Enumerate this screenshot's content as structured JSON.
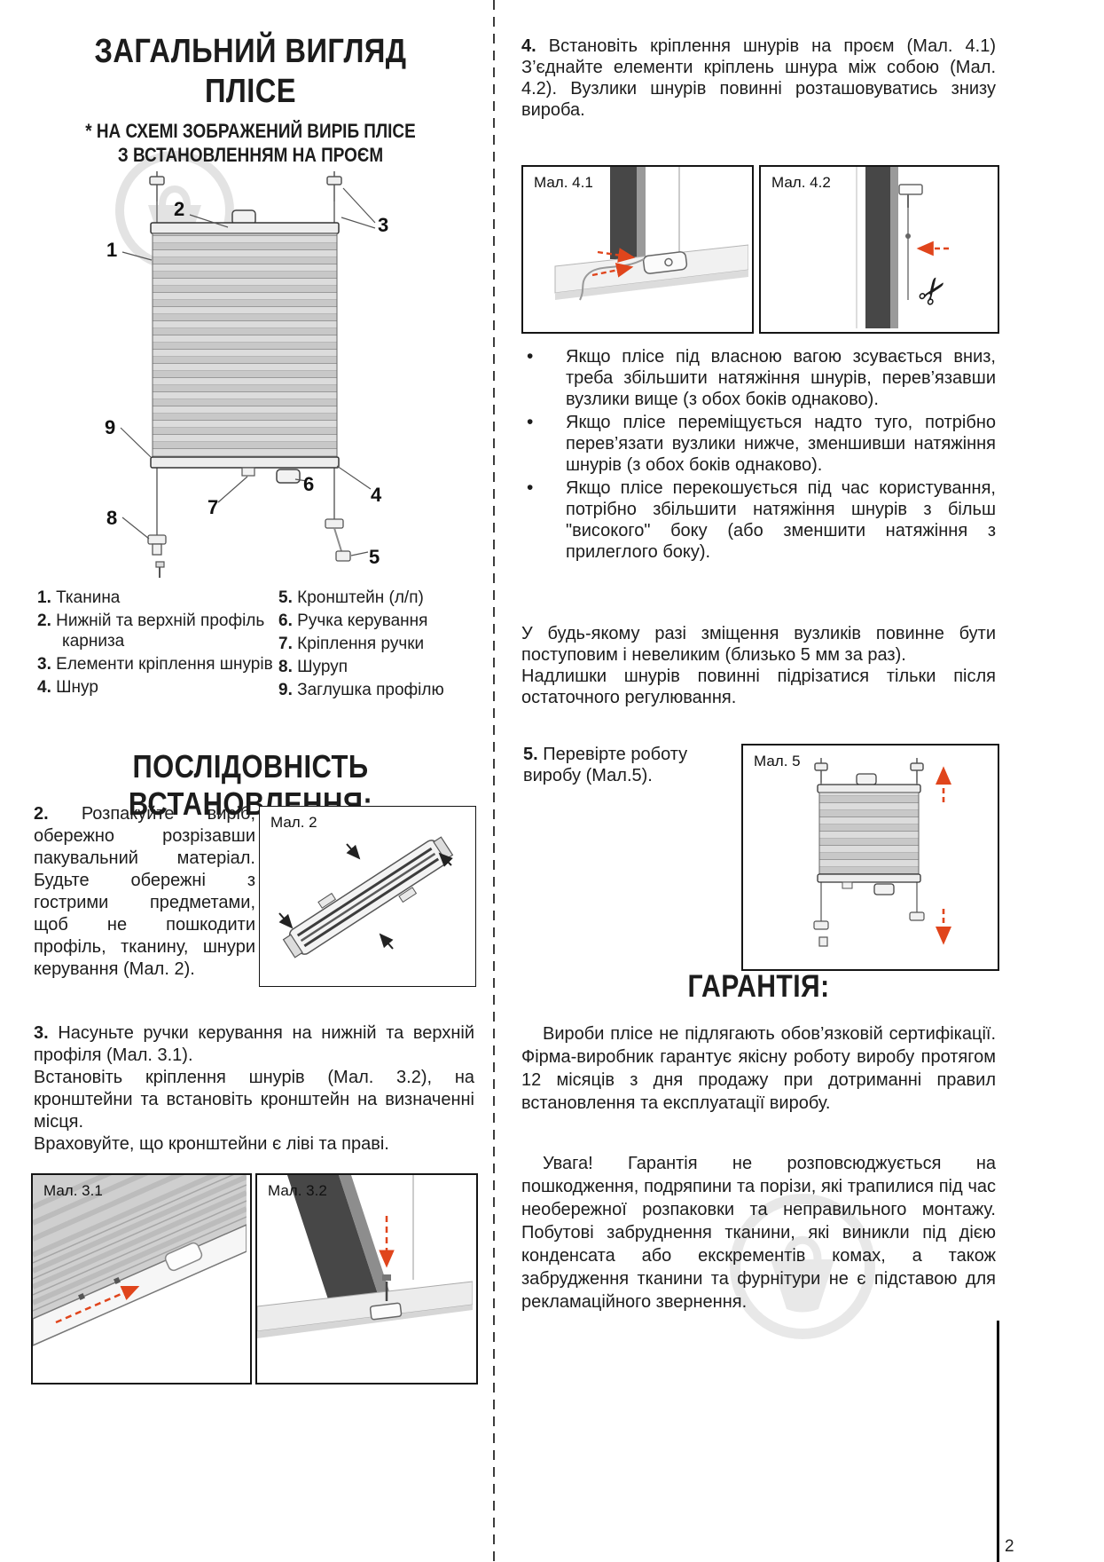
{
  "left": {
    "title_line1": "ЗАГАЛЬНИЙ ВИГЛЯД",
    "title_line2": "ПЛІСЕ",
    "subtitle_line1": "* НА СХЕМІ ЗОБРАЖЕНИЙ ВИРІБ ПЛІСЕ",
    "subtitle_line2": "З ВСТАНОВЛЕННЯМ НА ПРОЄМ",
    "diagram_labels": [
      "1",
      "2",
      "3",
      "4",
      "5",
      "6",
      "7",
      "8",
      "9"
    ],
    "legend_col1": [
      {
        "num": "1.",
        "text": "Тканина"
      },
      {
        "num": "2.",
        "text": "Нижній та верхній профіль карниза"
      },
      {
        "num": "3.",
        "text": "Елементи кріплення шнурів"
      },
      {
        "num": "4.",
        "text": "Шнур"
      }
    ],
    "legend_col2": [
      {
        "num": "5.",
        "text": "Кронштейн (л/п)"
      },
      {
        "num": "6.",
        "text": "Ручка керування"
      },
      {
        "num": "7.",
        "text": "Кріплення ручки"
      },
      {
        "num": "8.",
        "text": "Шуруп"
      },
      {
        "num": "9.",
        "text": "Заглушка профілю"
      }
    ],
    "section_title": "ПОСЛІДОВНІСТЬ ВСТАНОВЛЕННЯ:",
    "step2_num": "2.",
    "step2_text": "Розпакуйте виріб, обережно розрізавши пакувальний матеріал. Будьте обережні з гострими предметами, щоб не пошкодити профіль, тканину, шнури керування (Мал. 2).",
    "fig2_caption": "Мал. 2",
    "step3_num": "3.",
    "step3_text1": "Насуньте ручки керування на нижній та верхній профіля (Мал. 3.1).",
    "step3_text2": "Встановіть кріплення шнурів (Мал. 3.2), на кронштейни та встановіть кронштейн на визначенні місця.",
    "step3_text3": "Враховуйте, що кронштейни є ліві та праві.",
    "fig31_caption": "Мал. 3.1",
    "fig32_caption": "Мал. 3.2"
  },
  "right": {
    "step4_num": "4.",
    "step4_text": "Встановіть кріплення шнурів на проєм (Мал. 4.1) З’єднайте елементи кріплень шнура між собою (Мал. 4.2). Вузлики шнурів повинні розташовуватись знизу вироба.",
    "fig41_caption": "Мал. 4.1",
    "fig42_caption": "Мал. 4.2",
    "fig42_scissors": "✂",
    "bullet_marker": "•",
    "bullets": [
      "Якщо плісе під власною вагою зсувається вниз, треба збільшити натяжіння шнурів, перев’язавши вузлики вище (з обох боків однаково).",
      "Якщо плісе переміщується надто туго, потрібно перев’язати вузлики нижче, зменшивши натяжіння шнурів (з обох боків однаково).",
      "Якщо плісе перекошується під час користування, потрібно збільшити натяжіння шнурів з більш \"високого\" боку (або зменшити натяжіння з прилеглого боку)."
    ],
    "note_text1": "У будь-якому разі зміщення вузликів повинне бути поступовим і невеликим (близько 5 мм за раз).",
    "note_text2": "Надлишки шнурів повинні підрізатися тільки після остаточного регулювання.",
    "step5_num": "5.",
    "step5_text": "Перевірте роботу виробу (Мал.5).",
    "fig5_caption": "Мал. 5",
    "warranty_title": "ГАРАНТІЯ:",
    "warranty_p1": "Вироби плісе не підлягають обов’язковій сертифікації. Фірма-виробник гарантує якісну роботу виробу протягом 12 місяців з дня продажу при дотриманні правил встановлення та експлуатації виробу.",
    "warranty_p2": "Увага! Гарантія не розповсюджується на пошкодження, подряпини та порізи, які трапилися під час необережної розпаковки та неправильного монтажу. Побутові забруднення тканини, які виникли під дією конденсата або екскрементів комах, а також забрудження тканини та фурнітури не є підставою для рекламаційного звернення."
  },
  "page": {
    "number": "2"
  }
}
